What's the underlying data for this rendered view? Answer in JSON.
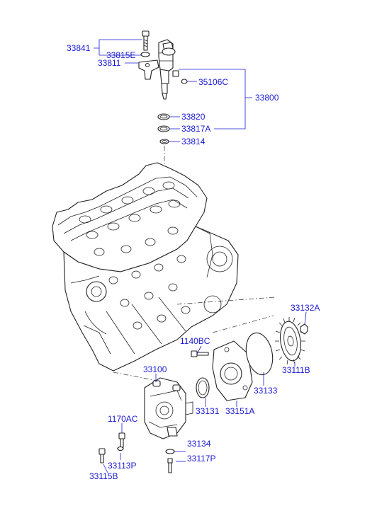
{
  "diagram": {
    "labels": {
      "p33841": "33841",
      "p33815E": "33815E",
      "p33811": "33811",
      "p35106C": "35106C",
      "p33800": "33800",
      "p33820": "33820",
      "p33817A": "33817A",
      "p33814": "33814",
      "p33132A": "33132A",
      "p1140BC": "1140BC",
      "p33111B": "33111B",
      "p33100": "33100",
      "p33133": "33133",
      "p33131": "33131",
      "p33151A": "33151A",
      "p1170AC": "1170AC",
      "p33134": "33134",
      "p33113P": "33113P",
      "p33117P": "33117P",
      "p33115B": "33115B"
    },
    "colors": {
      "callout": "#1a1ad6",
      "line_art": "#222222"
    }
  }
}
